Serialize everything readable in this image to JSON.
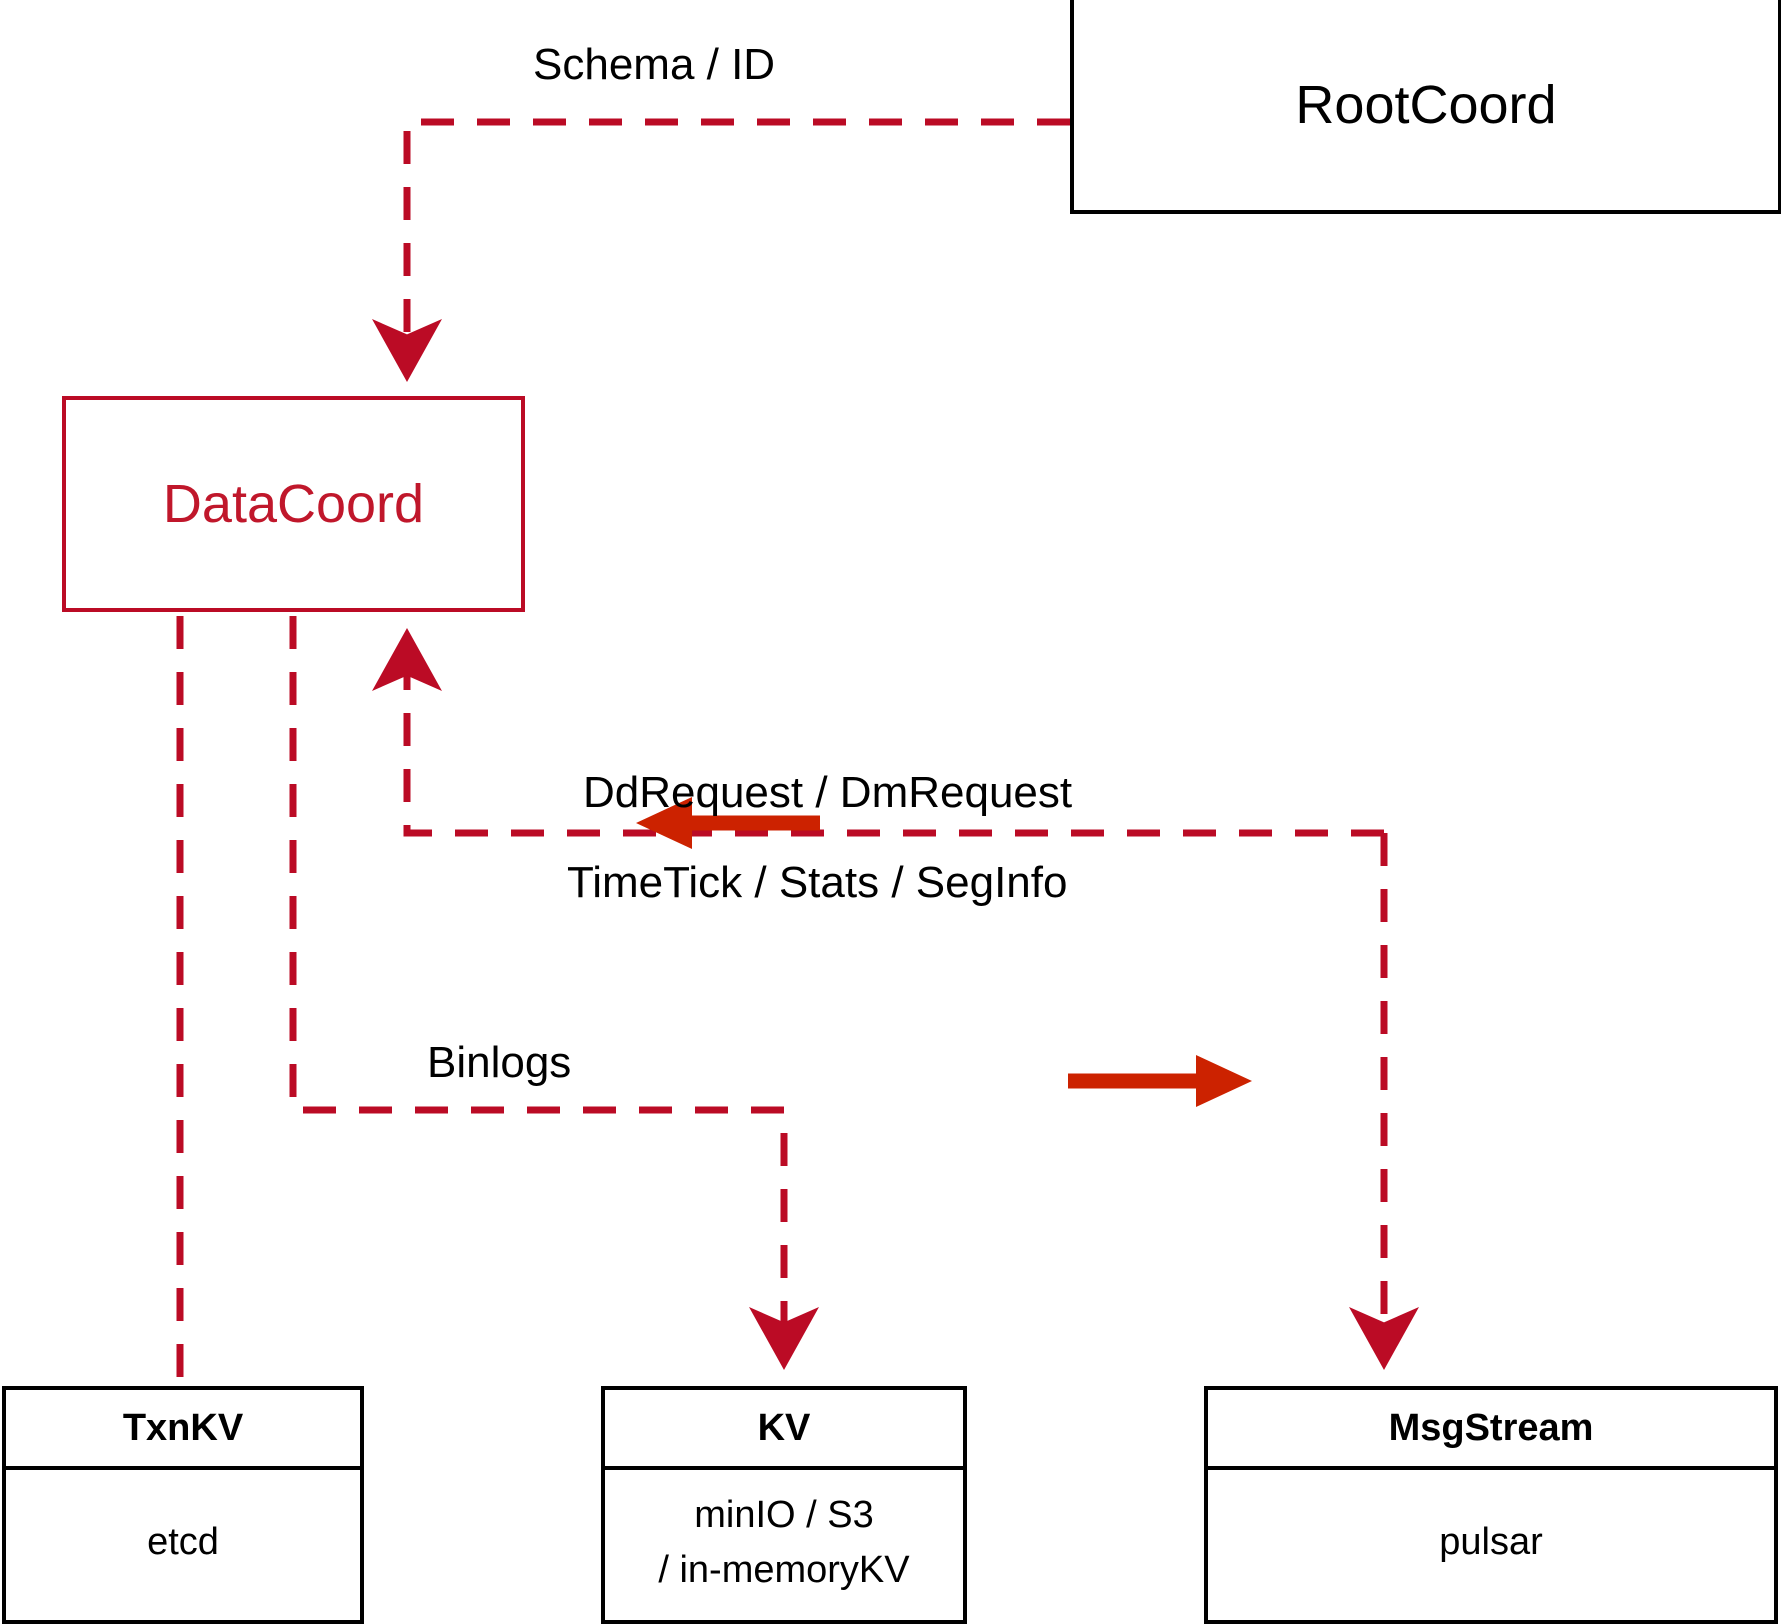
{
  "diagram": {
    "title": "DataCoord component dependency diagram",
    "colors": {
      "accent_red": "#c0172b",
      "dashed_red": "#bb0b25",
      "arrow_red": "#cc2200",
      "node_black": "#000000",
      "background": "#ffffff"
    },
    "nodes": [
      {
        "id": "rootcoord",
        "title": "RootCoord",
        "subtitle": "",
        "style": "black-outline"
      },
      {
        "id": "datacoord",
        "title": "DataCoord",
        "subtitle": "",
        "style": "red-outline"
      },
      {
        "id": "txnkv",
        "title": "TxnKV",
        "subtitle_line1": "etcd",
        "subtitle_line2": "",
        "style": "black-outline-split"
      },
      {
        "id": "kv",
        "title": "KV",
        "subtitle_line1": "minIO / S3",
        "subtitle_line2": "/ in-memoryKV",
        "style": "black-outline-split"
      },
      {
        "id": "msgstream",
        "title": "MsgStream",
        "subtitle_line1": "pulsar",
        "subtitle_line2": "",
        "style": "black-outline-split"
      }
    ],
    "edges": [
      {
        "id": "schema-id",
        "label": "Schema / ID",
        "from": "rootcoord",
        "to": "datacoord",
        "line": "dashed",
        "color": "#bb0b25"
      },
      {
        "id": "ddrequest",
        "label": "DdRequest / DmRequest",
        "from": "msgstream",
        "to": "datacoord",
        "line": "dashed",
        "color": "#bb0b25",
        "direction_arrow": "left"
      },
      {
        "id": "timetick",
        "label": "TimeTick / Stats / SegInfo",
        "from": "datacoord",
        "to": "msgstream",
        "line": "dashed",
        "color": "#bb0b25",
        "direction_arrow": "right"
      },
      {
        "id": "binlogs",
        "label": "Binlogs",
        "from": "datacoord",
        "to": "kv",
        "line": "dashed",
        "color": "#bb0b25"
      },
      {
        "id": "datacoord-txnkv",
        "label": "",
        "from": "datacoord",
        "to": "txnkv",
        "line": "dashed",
        "color": "#bb0b25"
      }
    ]
  }
}
